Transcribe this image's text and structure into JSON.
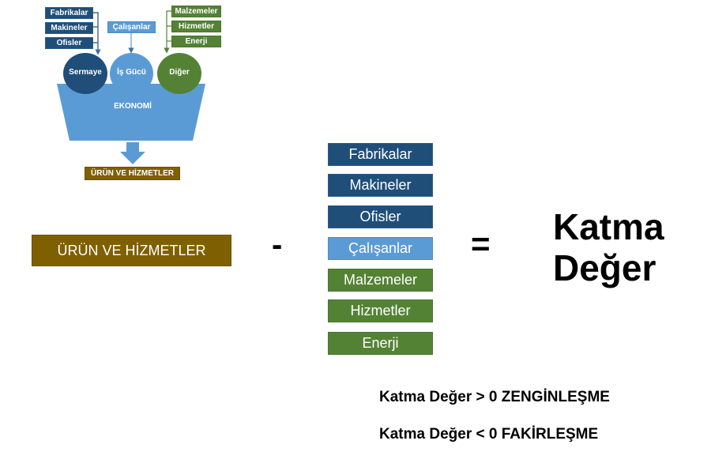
{
  "small_diagram": {
    "capital_inputs": [
      "Fabrikalar",
      "Makineler",
      "Ofisler"
    ],
    "labor_input": "Çalışanlar",
    "other_inputs": [
      "Malzemeler",
      "Hizmetler",
      "Enerji"
    ],
    "circles": [
      "Sermaye",
      "İş Gücü",
      "Diğer"
    ],
    "funnel_label": "EKONOMİ",
    "output_label": "ÜRÜN VE HİZMETLER"
  },
  "equation": {
    "output_label": "ÜRÜN VE HİZMETLER",
    "minus": "-",
    "inputs": [
      "Fabrikalar",
      "Makineler",
      "Ofisler",
      "Çalışanlar",
      "Malzemeler",
      "Hizmetler",
      "Enerji"
    ],
    "equals": "=",
    "result_line1": "Katma",
    "result_line2": "Değer"
  },
  "rules": {
    "positive": "Katma Değer > 0 ZENGİNLEŞME",
    "negative": "Katma Değer < 0 FAKİRLEŞME"
  },
  "colors": {
    "navy": "#1f4e79",
    "light_blue": "#5b9bd5",
    "green": "#548235",
    "brown": "#7f6000"
  }
}
